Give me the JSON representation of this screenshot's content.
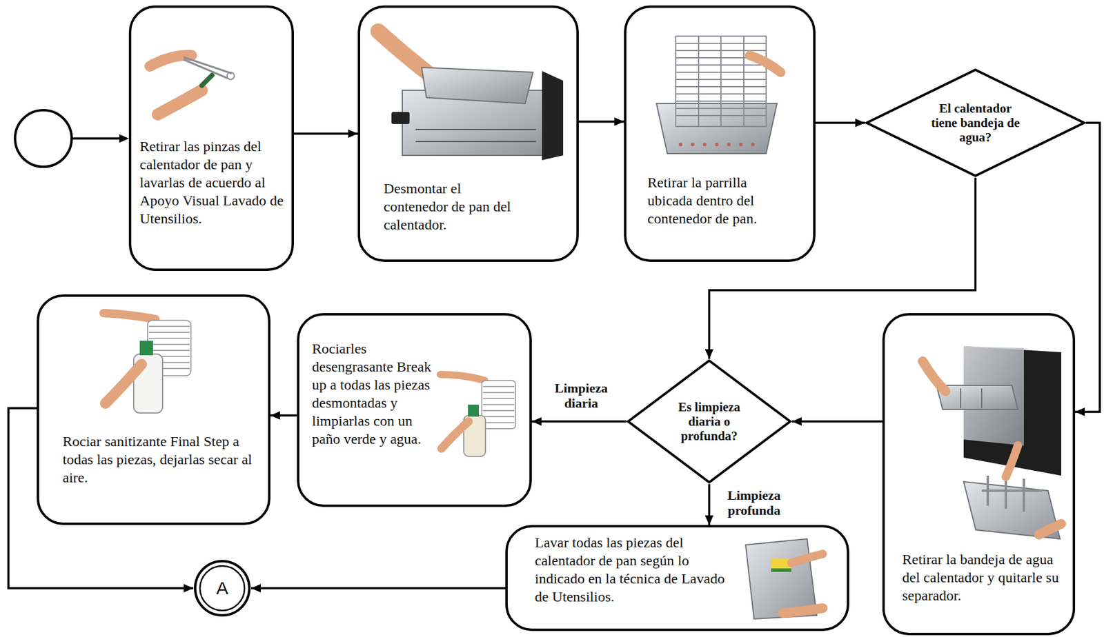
{
  "diagram": {
    "nodes": [
      {
        "text": [
          "Retirar las pinzas del calentador de pan y lavarlas de acuerdo al Apoyo Visual Lavado de Utensilios."
        ]
      },
      {
        "text": [
          "Desmontar el contenedor de pan del calentador."
        ]
      },
      {
        "text": [
          "Retirar la parrilla ubicada dentro del contenedor de pan."
        ]
      },
      {
        "text": [
          "El calentador tiene bandeja de agua?"
        ]
      },
      {
        "text": [
          "Rociar sanitizante Final Step a todas las piezas, dejarlas secar al aire."
        ]
      },
      {
        "text": [
          "Rociarles desengrasante Break up a todas las piezas desmontadas y limpiarlas con un paño verde y agua."
        ]
      },
      {
        "text": [
          "Es limpieza diaria o profunda?"
        ]
      },
      {
        "text": [
          "Retirar la bandeja de agua del calentador y quitarle su separador."
        ]
      },
      {
        "text": [
          "A"
        ]
      },
      {
        "text": [
          "Lavar todas las piezas del calentador de pan según lo indicado en la técnica de Lavado de Utensilios."
        ]
      }
    ],
    "edges": [
      {
        "from": 0,
        "to": 1,
        "arrow": "to"
      },
      {
        "from": 1,
        "to": 2,
        "arrow": "to"
      },
      {
        "from": 2,
        "to": 3,
        "arrow": "to"
      },
      {
        "from": 3,
        "to": 7,
        "arrow": "to"
      },
      {
        "from": 3,
        "to": 6,
        "arrow": "to"
      },
      {
        "from": 7,
        "to": 6,
        "arrow": "to"
      },
      {
        "from": 6,
        "to": 5,
        "label": "Limpieza diaria",
        "arrow": "to"
      },
      {
        "from": 6,
        "to": 9,
        "label": "Limpieza profunda",
        "arrow": "to"
      },
      {
        "from": 5,
        "to": 4,
        "arrow": "to"
      },
      {
        "from": 4,
        "to": 8,
        "arrow": "to"
      },
      {
        "from": 9,
        "to": 8,
        "arrow": "to"
      }
    ]
  }
}
